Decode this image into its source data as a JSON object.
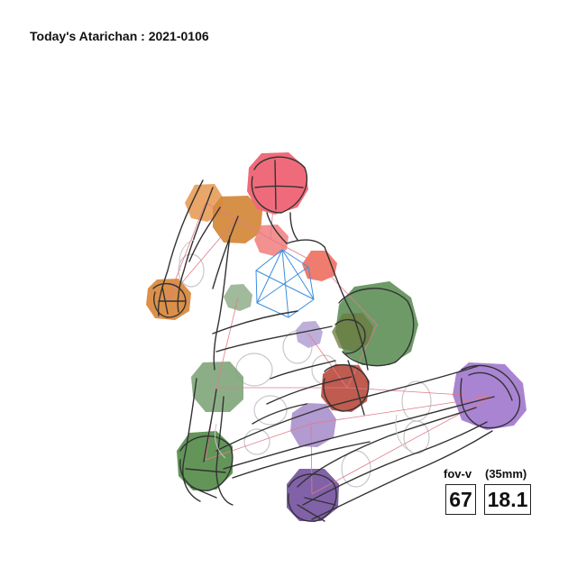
{
  "header": {
    "title": "Today's Atarichan : 2021-0106"
  },
  "camera": {
    "fov_label": "fov-v",
    "fov_value": "67",
    "lens_label": "(35mm)",
    "lens_value": "18.1"
  },
  "colors": {
    "head": "#ef6b7b",
    "shoulder_left": "#e9a160",
    "shoulder_right": "#d58a3d",
    "hand_left": "#d98a3f",
    "neck": "#f28a8a",
    "shoulder_r2": "#ef7565",
    "chest_marker": "#8fae8a",
    "knee_right": "#5e8f58",
    "hip_small": "#b7a6d6",
    "hip_left": "#7fa57a",
    "hip_right": "#b84a3c",
    "hip_right_dark": "#6b7a3e",
    "knee_left_lower": "#5b8f50",
    "foot_right": "#a47dd0",
    "foot_left_lower": "#7a5aa3",
    "knee_mid": "#a890cc",
    "torso_wire": "#3b8fe0",
    "skeleton_line": "#e07a8a",
    "sketch_line": "#333333",
    "ghost_line": "#c8c8c8"
  },
  "figure": {
    "joints_icon": "pose-joint-icon",
    "torso_icon": "torso-wireframe-icon"
  }
}
